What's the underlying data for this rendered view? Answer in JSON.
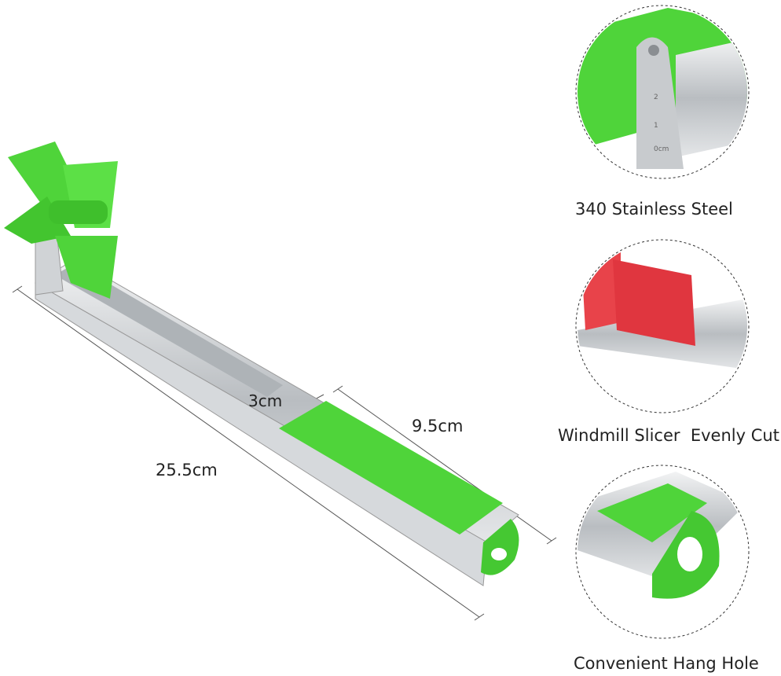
{
  "dimensions": {
    "total_length": "25.5cm",
    "width": "3cm",
    "handle_length": "9.5cm"
  },
  "features": [
    {
      "caption": "340 Stainless Steel"
    },
    {
      "caption": "Windmill Slicer  Evenly Cut"
    },
    {
      "caption": "Convenient Hang Hole"
    }
  ],
  "scale_marks": [
    "2",
    "1",
    "0cm"
  ],
  "colors": {
    "green": "#4fd43a",
    "steel": "#c9cdd0",
    "melon": "#e8434a"
  }
}
